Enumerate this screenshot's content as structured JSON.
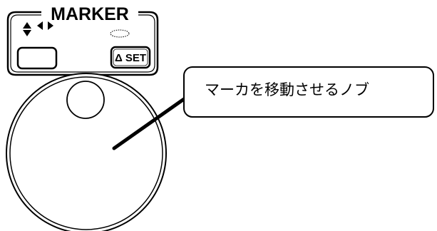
{
  "marker_panel": {
    "title": "MARKER",
    "arrows_icon": "four-way-arrows-icon",
    "indicator_icon": "dotted-led-indicator-icon",
    "set_button_label": "Δ SET"
  },
  "callout": {
    "text": "マーカを移動させるノブ"
  },
  "knob": {
    "icon": "rotary-knob-icon"
  }
}
